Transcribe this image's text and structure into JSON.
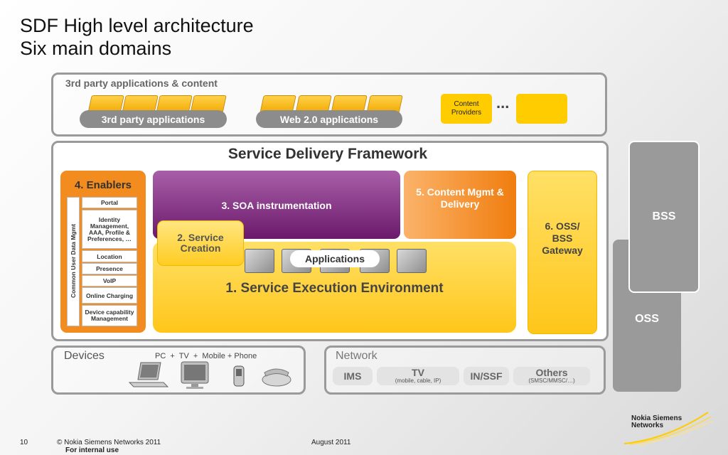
{
  "title": {
    "line1": "SDF High level architecture",
    "line2": "Six main domains"
  },
  "third_party": {
    "header": "3rd party applications & content",
    "apps_label": "3rd party applications",
    "web_label": "Web 2.0 applications",
    "content_providers": "Content Providers",
    "ellipsis": "..."
  },
  "sdf": {
    "title": "Service Delivery Framework",
    "enablers": {
      "title": "4. Enablers",
      "vertical_label": "Common User Data Mgmt",
      "items": [
        "Portal",
        "Identity Management, AAA, Profile & Preferences, …",
        "Location",
        "Presence",
        "VoIP",
        "Online Charging",
        "Device capability Management"
      ]
    },
    "soa": "3. SOA instrumentation",
    "content_mgmt": "5. Content Mgmt & Delivery",
    "service_creation": "2. Service Creation",
    "applications": "Applications",
    "see": "1. Service Execution Environment",
    "oss_bss_gateway": "6. OSS/ BSS Gateway"
  },
  "bss": "BSS",
  "oss": "OSS",
  "devices": {
    "title": "Devices",
    "subtitle": "PC  +  TV  +  Mobile + Phone"
  },
  "network": {
    "title": "Network",
    "items": [
      {
        "label": "IMS",
        "sub": ""
      },
      {
        "label": "TV",
        "sub": "(mobile, cable, IP)"
      },
      {
        "label": "IN/SSF",
        "sub": ""
      },
      {
        "label": "Others",
        "sub": "(SMSC/MMSC/…)"
      }
    ]
  },
  "footer": {
    "page": "10",
    "copyright": "© Nokia Siemens Networks 2011",
    "internal": "For internal use",
    "date": "August 2011"
  },
  "logo": {
    "line1": "Nokia Siemens",
    "line2": "Networks"
  },
  "colors": {
    "orange": "#f28c1e",
    "yellow": "#ffcc00",
    "purple": "#7a1f7a",
    "gray": "#9a9a9a"
  }
}
